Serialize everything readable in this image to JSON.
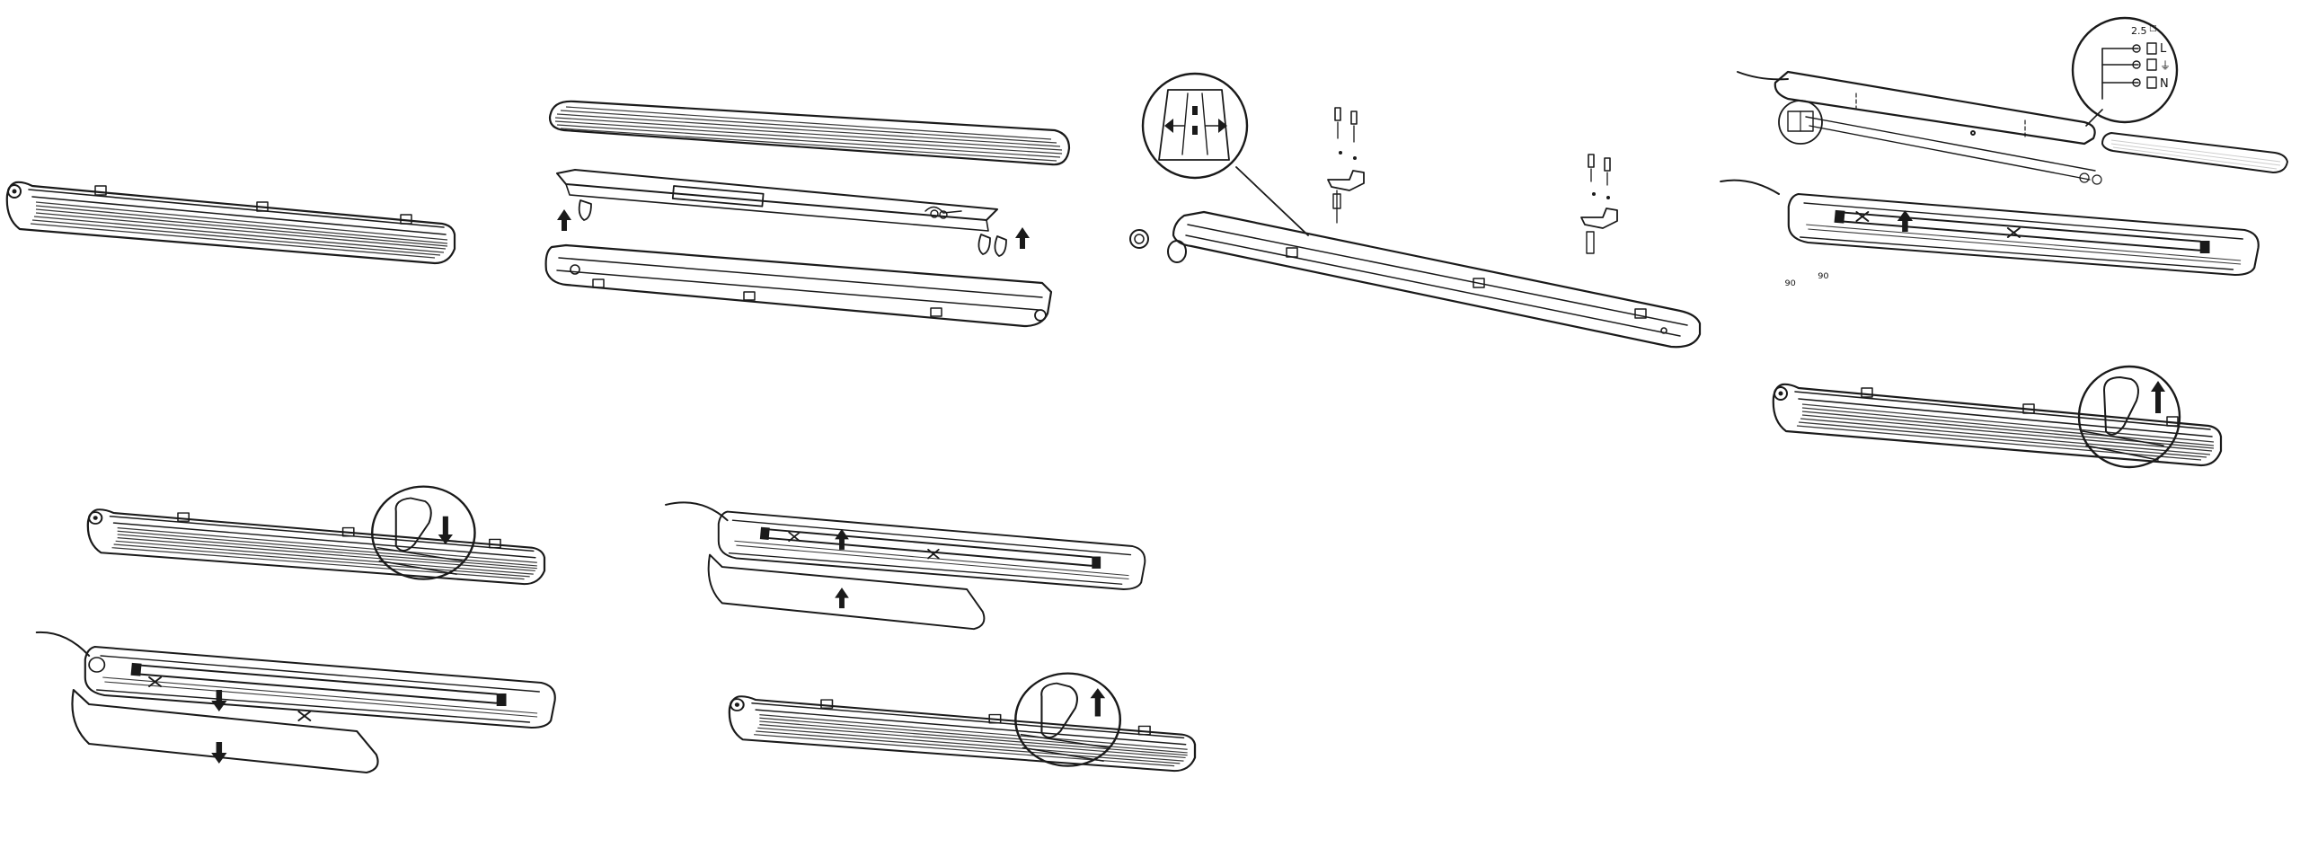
{
  "title": "",
  "colors": {
    "ink": "#1a1a1a",
    "fill": "#ffffff",
    "shade": "#4a4a4a",
    "background": "#ffffff"
  },
  "steps": [
    {
      "id": "fixture-closed"
    },
    {
      "id": "exploded-view"
    },
    {
      "id": "ceiling-mounting"
    },
    {
      "id": "wiring-and-tube-install"
    },
    {
      "id": "open-clips"
    },
    {
      "id": "insert-tube-close-clips"
    }
  ],
  "labels": {
    "wire_section": "2.5",
    "wire_section_unit": "□",
    "terminal_live": "L",
    "terminal_earth": "⏚",
    "terminal_neutral": "N",
    "tube_rotation_angle_a": "90",
    "tube_rotation_angle_b": "90"
  },
  "icons": [
    "cross-mark-icon",
    "up-arrow-icon",
    "down-arrow-icon",
    "rotation-arrow-icon",
    "screw-icon",
    "cable-gland-icon",
    "clip-icon",
    "magnifier-icon"
  ]
}
